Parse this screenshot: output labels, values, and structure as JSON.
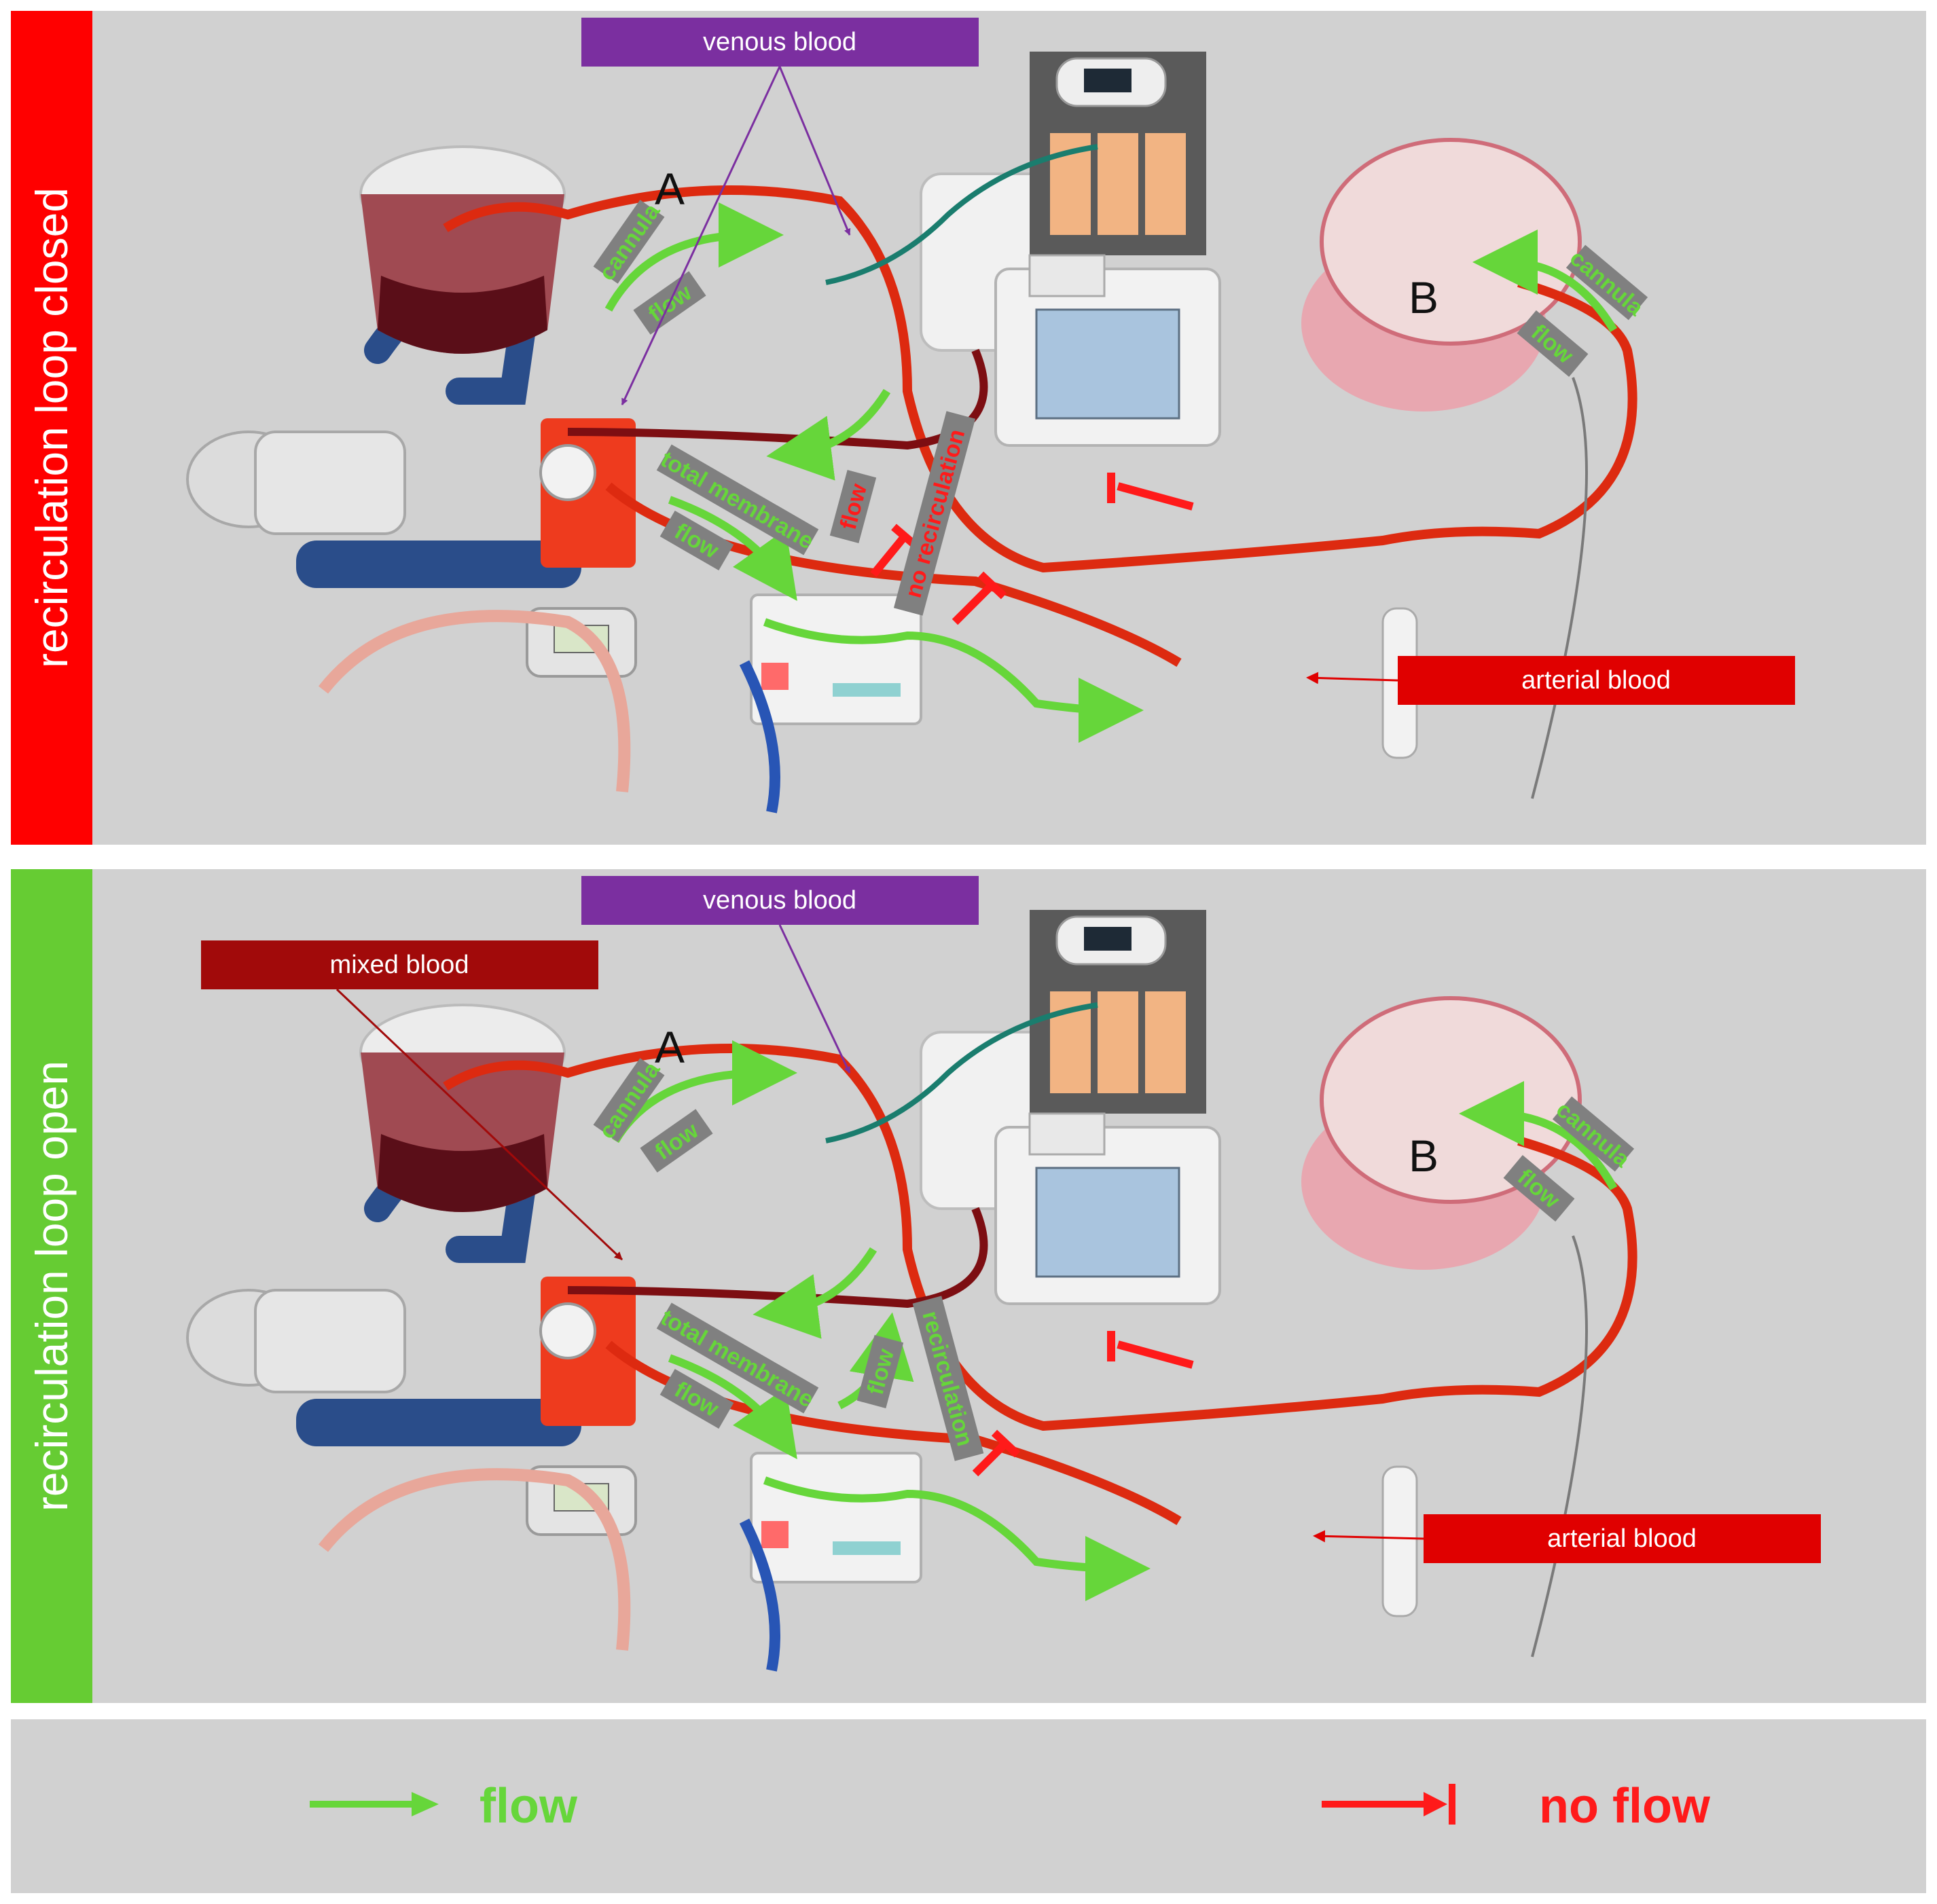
{
  "panels": [
    {
      "side_label": "recirculation loop closed",
      "side_color": "#ff0000",
      "venous_label": "venous blood",
      "arterial_label": "arterial blood",
      "reservoir_a": "A",
      "reservoir_b": "B",
      "flow_labels": [
        "cannula",
        "flow",
        "cannula",
        "flow",
        "total membrane",
        "flow",
        "flow",
        "no recirculation"
      ]
    },
    {
      "side_label": "recirculation loop open",
      "side_color": "#66cc33",
      "venous_label": "venous blood",
      "mixed_label": "mixed blood",
      "arterial_label": "arterial blood",
      "reservoir_a": "A",
      "reservoir_b": "B",
      "flow_labels": [
        "cannula",
        "flow",
        "cannula",
        "flow",
        "total membrane",
        "flow",
        "flow",
        "recirculation"
      ]
    }
  ],
  "legend": {
    "flow_label": "flow",
    "no_flow_label": "no flow"
  },
  "colors": {
    "venous": "#7b2fa0",
    "arterial": "#e00000",
    "mixed": "#a10a0a",
    "flow_arrow": "#66d63a",
    "no_flow_arrow": "#ff1a1a",
    "tubing": "#dd2a10",
    "dark_tubing": "#7d0e12",
    "label_box": "#808080"
  }
}
